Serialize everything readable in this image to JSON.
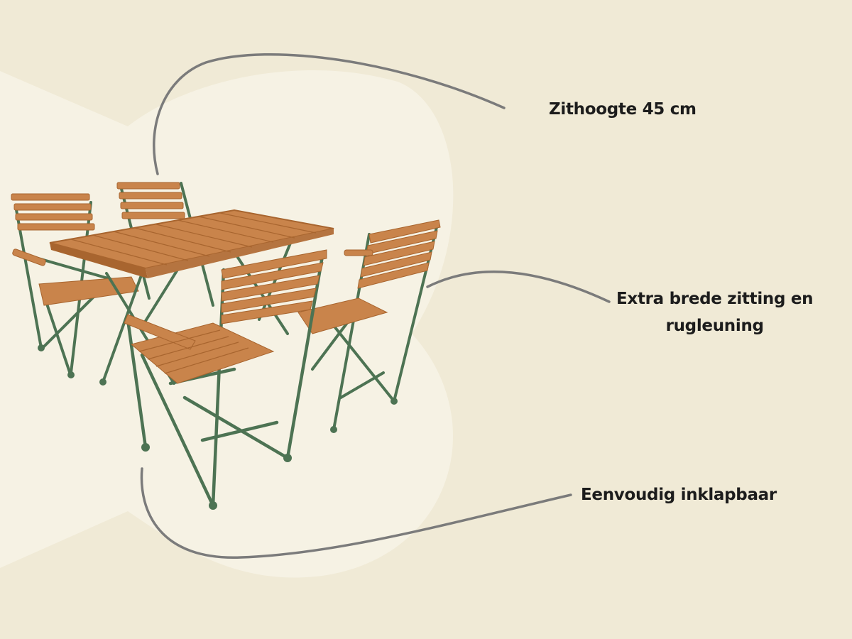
{
  "colors": {
    "background": "#f0ead6",
    "blob": "#f6f2e4",
    "wood": "#c9844b",
    "wood_dark": "#a8652f",
    "frame": "#4d7353",
    "line": "#7b7b7b",
    "text": "#1c1c1c"
  },
  "product": {
    "image_icon": "garden-table-and-chairs-set-icon"
  },
  "callouts": {
    "seat_height": {
      "text": "Zithoogte 45 cm"
    },
    "wide_seat": {
      "line1": "Extra brede zitting en",
      "line2": "rugleuning"
    },
    "foldable": {
      "text": "Eenvoudig inklapbaar"
    }
  }
}
